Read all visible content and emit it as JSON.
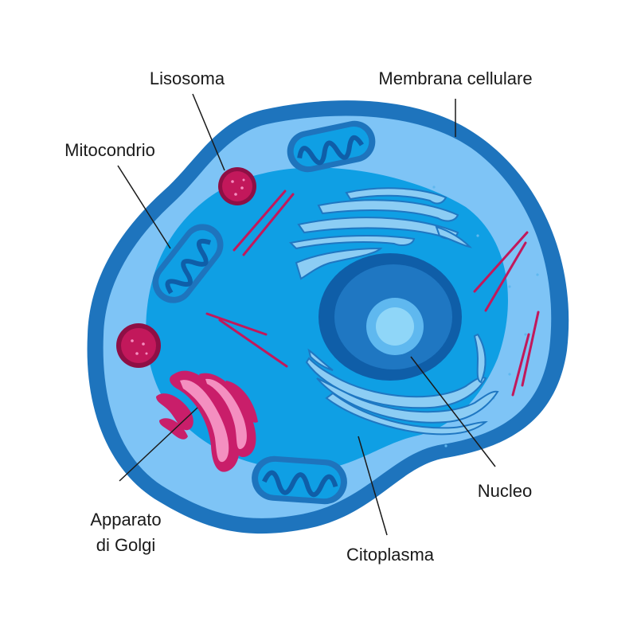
{
  "labels": {
    "lisosoma": "Lisosoma",
    "membrana": "Membrana cellulare",
    "mitocondrio": "Mitocondrio",
    "golgi_line1": "Apparato",
    "golgi_line2": "di Golgi",
    "nucleo": "Nucleo",
    "citoplasma": "Citoplasma"
  },
  "colors": {
    "membrane_outer": "#1e74bd",
    "cell_light": "#7ec4f6",
    "cytoplasm": "#0f9fe4",
    "er": "#8ccdf4",
    "nucleus_ring": "#0f5ea8",
    "nucleus": "#1f77c2",
    "nucleolus": "#8fd6f8",
    "lysosome": "#c2185b",
    "golgi": "#c91e6a",
    "golgi_light": "#f48fc0",
    "filament": "#c2185b"
  }
}
